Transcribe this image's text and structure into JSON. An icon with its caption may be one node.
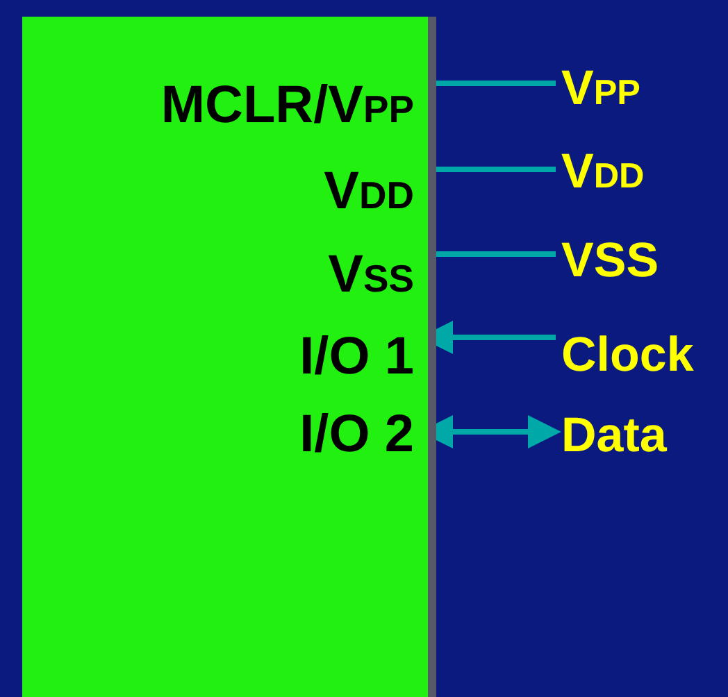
{
  "diagram": {
    "nodes": [
      {
        "text": [],
        "shape": "box"
      },
      {
        "text": [
          "MCLR/V$_{PP}$"
        ],
        "in": 0
      },
      {
        "text": [
          "V$_{DD}$"
        ],
        "in": 0
      },
      {
        "text": [
          "V$_{SS}$"
        ],
        "in": 0
      },
      {
        "text": [
          "I/O 1"
        ],
        "in": 0
      },
      {
        "text": [
          "I/O 2"
        ],
        "in": 0
      },
      {
        "text": [
          "V$_{PP}$"
        ]
      },
      {
        "text": [
          "V$_{DD}$"
        ]
      },
      {
        "text": [
          "VSS"
        ]
      },
      {
        "text": [
          "Clock"
        ]
      },
      {
        "text": [
          "Data"
        ]
      }
    ],
    "edges": [
      {
        "from": 1,
        "to": 6,
        "arrow": "none"
      },
      {
        "from": 2,
        "to": 7,
        "arrow": "none"
      },
      {
        "from": 3,
        "to": 8,
        "arrow": "none"
      },
      {
        "from": 9,
        "to": 4,
        "arrow": "to"
      },
      {
        "from": 5,
        "to": 10,
        "arrow": "both"
      }
    ]
  }
}
